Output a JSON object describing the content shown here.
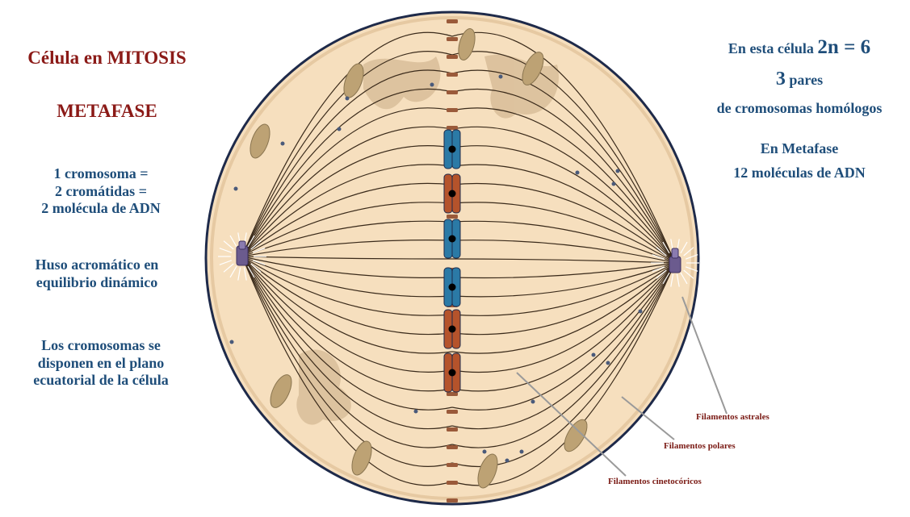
{
  "left": {
    "title": "Célula en MITOSIS",
    "phase": "METAFASE",
    "chromosome_lines": [
      "1 cromosoma =",
      "2 cromátidas =",
      "2 molécula de ADN"
    ],
    "spindle_lines": [
      "Huso acromático en",
      "equilibrio dinámico"
    ],
    "arrangement_lines": [
      "Los cromosomas se",
      "disponen en el plano",
      "ecuatorial de la célula"
    ]
  },
  "right": {
    "line1_prefix": "En esta célula ",
    "line1_formula": "2n = 6",
    "line2_number": "3",
    "line2_suffix": " pares",
    "line3": "de cromosomas homólogos",
    "line4": "En Metafase",
    "line5": "12 moléculas de ADN"
  },
  "labels": {
    "astral": "Filamentos astrales",
    "polar": "Filamentos polares",
    "kinetochore": "Filamentos cinetocóricos"
  },
  "colors": {
    "cell_fill": "#f6dfbe",
    "cell_border": "#1e2a4a",
    "chromosome_blue": "#2b7aa6",
    "chromosome_red": "#b5532b",
    "centrosome": "#6b5b8e",
    "title_red": "#8b1a17",
    "text_blue": "#1f4e7a"
  }
}
